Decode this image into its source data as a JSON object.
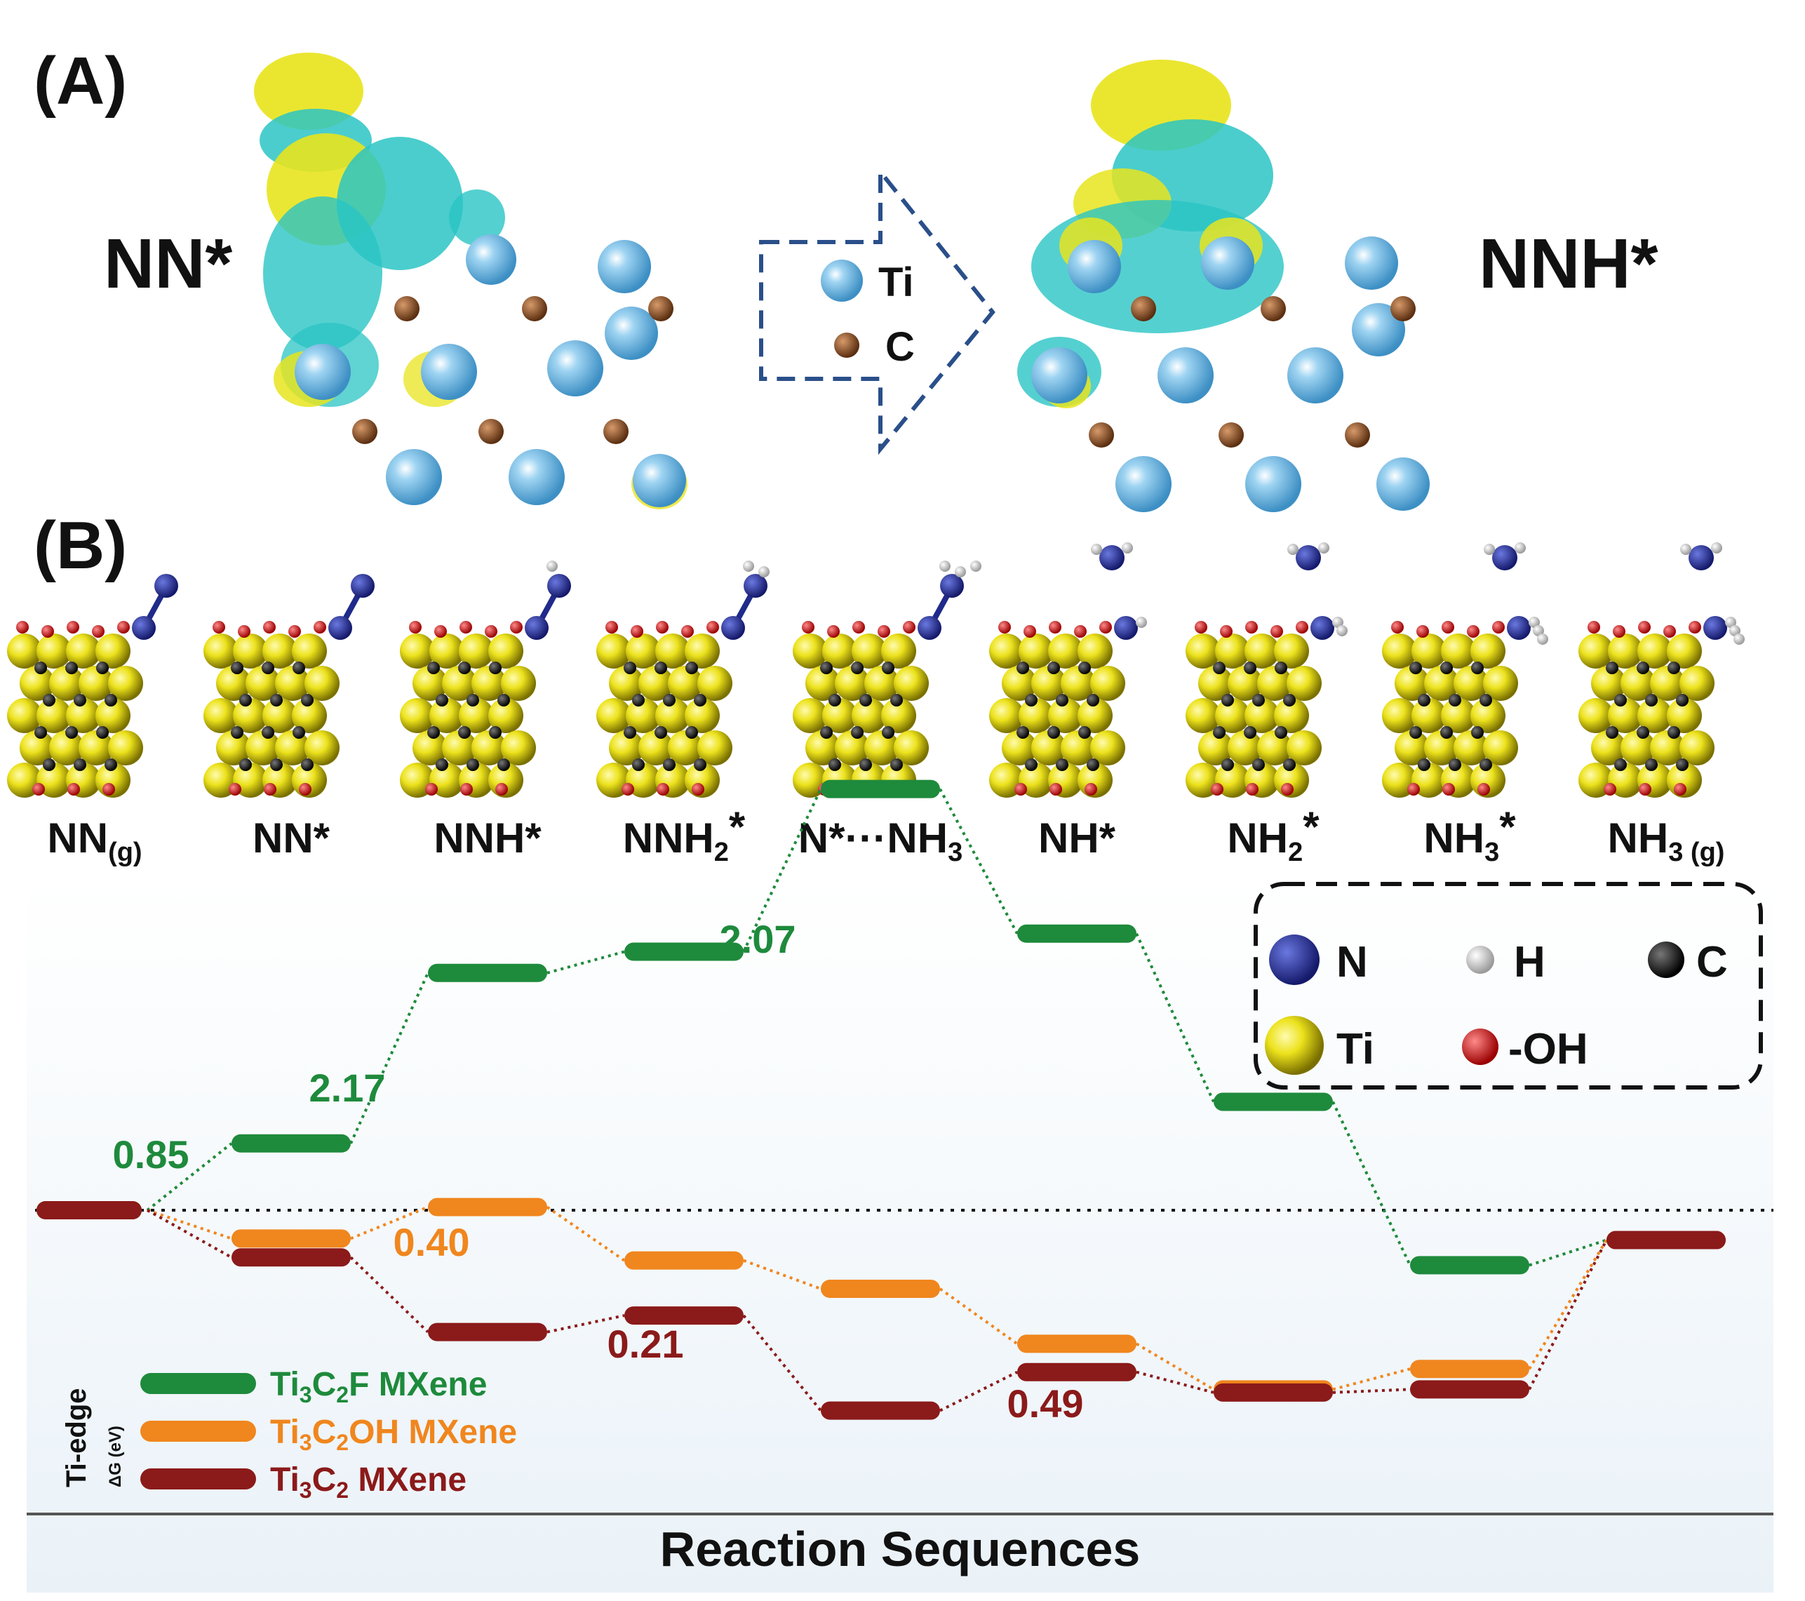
{
  "panel_a": {
    "label": "(A)",
    "left_state": "NN*",
    "right_state": "NNH*",
    "key": [
      {
        "symbol": "Ti",
        "color": "#5fb0e0"
      },
      {
        "symbol": "C",
        "color": "#7a4520"
      }
    ]
  },
  "panel_b": {
    "label": "(B)",
    "atom_legend": [
      {
        "symbol": "N",
        "color": "#1f2a8a"
      },
      {
        "symbol": "H",
        "color": "#f2f2f2"
      },
      {
        "symbol": "C",
        "color": "#111111"
      },
      {
        "symbol": "Ti",
        "color": "#e8e01c"
      },
      {
        "symbol": "-OH",
        "color": "#d81818"
      }
    ]
  },
  "chart_data": {
    "type": "line",
    "title": "",
    "xlabel": "Reaction Sequences",
    "ylabel": "Ti-edge",
    "ylabel_sub": "ΔG (eV)",
    "categories": [
      {
        "main": "NN",
        "sub": "(g)",
        "sup": ""
      },
      {
        "main": "NN*",
        "sub": "",
        "sup": ""
      },
      {
        "main": "NNH*",
        "sub": "",
        "sup": ""
      },
      {
        "main": "NNH",
        "sub": "2",
        "sup": "*"
      },
      {
        "main": "N*···NH",
        "sub": "3",
        "sup": ""
      },
      {
        "main": "NH*",
        "sub": "",
        "sup": ""
      },
      {
        "main": "NH",
        "sub": "2",
        "sup": "*"
      },
      {
        "main": "NH",
        "sub": "3",
        "sup": "*"
      },
      {
        "main": "NH",
        "sub": "3 (g)",
        "sup": ""
      }
    ],
    "series": [
      {
        "name": "Ti3C2F MXene",
        "label_parts": [
          "Ti",
          "3",
          "C",
          "2",
          "F MXene"
        ],
        "color": "#1e8a3c",
        "values": [
          0,
          0.85,
          3.02,
          3.29,
          5.36,
          3.52,
          1.38,
          -0.7,
          -0.38
        ]
      },
      {
        "name": "Ti3C2OH MXene",
        "label_parts": [
          "Ti",
          "3",
          "C",
          "2",
          "OH MXene"
        ],
        "color": "#f0861e",
        "values": [
          0,
          -0.36,
          0.04,
          -0.64,
          -1.0,
          -1.7,
          -2.28,
          -2.02,
          -0.38
        ]
      },
      {
        "name": "Ti3C2 MXene",
        "label_parts": [
          "Ti",
          "3",
          "C",
          "2",
          " MXene"
        ],
        "color": "#8b1a1a",
        "values": [
          0,
          -0.6,
          -1.55,
          -1.34,
          -2.55,
          -2.06,
          -2.32,
          -2.28,
          -0.38
        ]
      }
    ],
    "annotations": [
      {
        "text": "0.85",
        "series": 0
      },
      {
        "text": "2.17",
        "series": 0
      },
      {
        "text": "2.07",
        "series": 0
      },
      {
        "text": "0.40",
        "series": 1
      },
      {
        "text": "0.21",
        "series": 2
      },
      {
        "text": "0.49",
        "series": 2
      }
    ],
    "reference_line": 0,
    "ylim": [
      -4.5,
      5.6
    ]
  }
}
